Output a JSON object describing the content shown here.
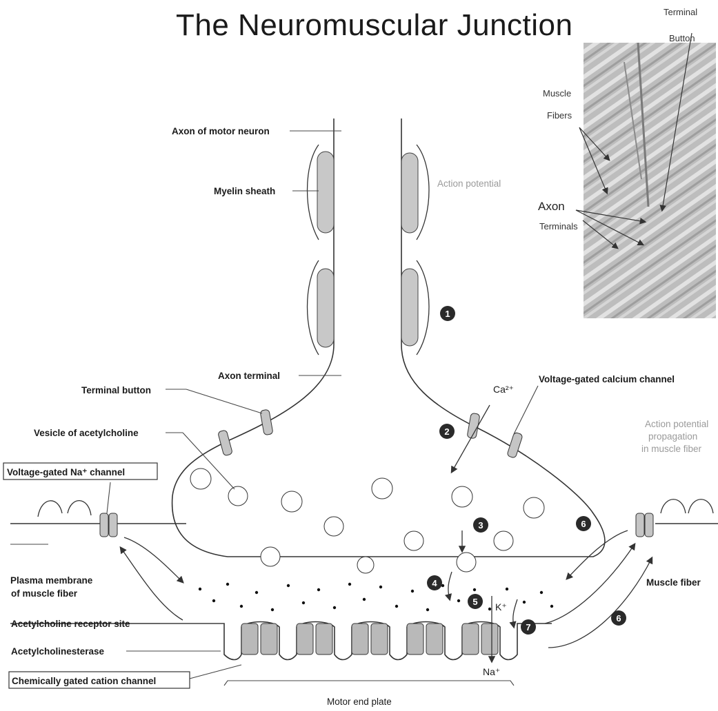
{
  "title": "The Neuromuscular Junction",
  "labels": {
    "axon_motor_neuron": "Axon of motor neuron",
    "myelin_sheath": "Myelin sheath",
    "action_potential": "Action potential",
    "axon_terminal": "Axon terminal",
    "terminal_button": "Terminal button",
    "vesicle_ach": "Vesicle of acetylcholine",
    "voltage_na_channel": "Voltage-gated Na⁺ channel",
    "voltage_ca_channel": "Voltage-gated calcium channel",
    "ca_ion": "Ca²⁺",
    "ap_propagation_1": "Action potential",
    "ap_propagation_2": "propagation",
    "ap_propagation_3": "in muscle fiber",
    "plasma_membrane_1": "Plasma membrane",
    "plasma_membrane_2": "of muscle fiber",
    "muscle_fiber": "Muscle fiber",
    "ach_receptor_site": "Acetylcholine receptor site",
    "ach_esterase": "Acetylcholinesterase",
    "chem_gated_channel": "Chemically gated cation channel",
    "k_ion": "K⁺",
    "na_ion": "Na⁺",
    "motor_end_plate": "Motor end plate"
  },
  "photo_labels": {
    "terminal_button_1": "Terminal",
    "terminal_button_2": "Button",
    "muscle_fibers_1": "Muscle",
    "muscle_fibers_2": "Fibers",
    "axon_terminals_1": "Axon",
    "axon_terminals_2": "Terminals"
  },
  "steps": [
    "1",
    "2",
    "3",
    "4",
    "5",
    "6",
    "6",
    "7"
  ],
  "colors": {
    "step_badge": "#2a2a2a",
    "myelin_fill": "#c8c8c8",
    "channel_fill": "#b9b9b9",
    "cleft_dot": "#111111",
    "gray_text": "#9a9a9a"
  }
}
